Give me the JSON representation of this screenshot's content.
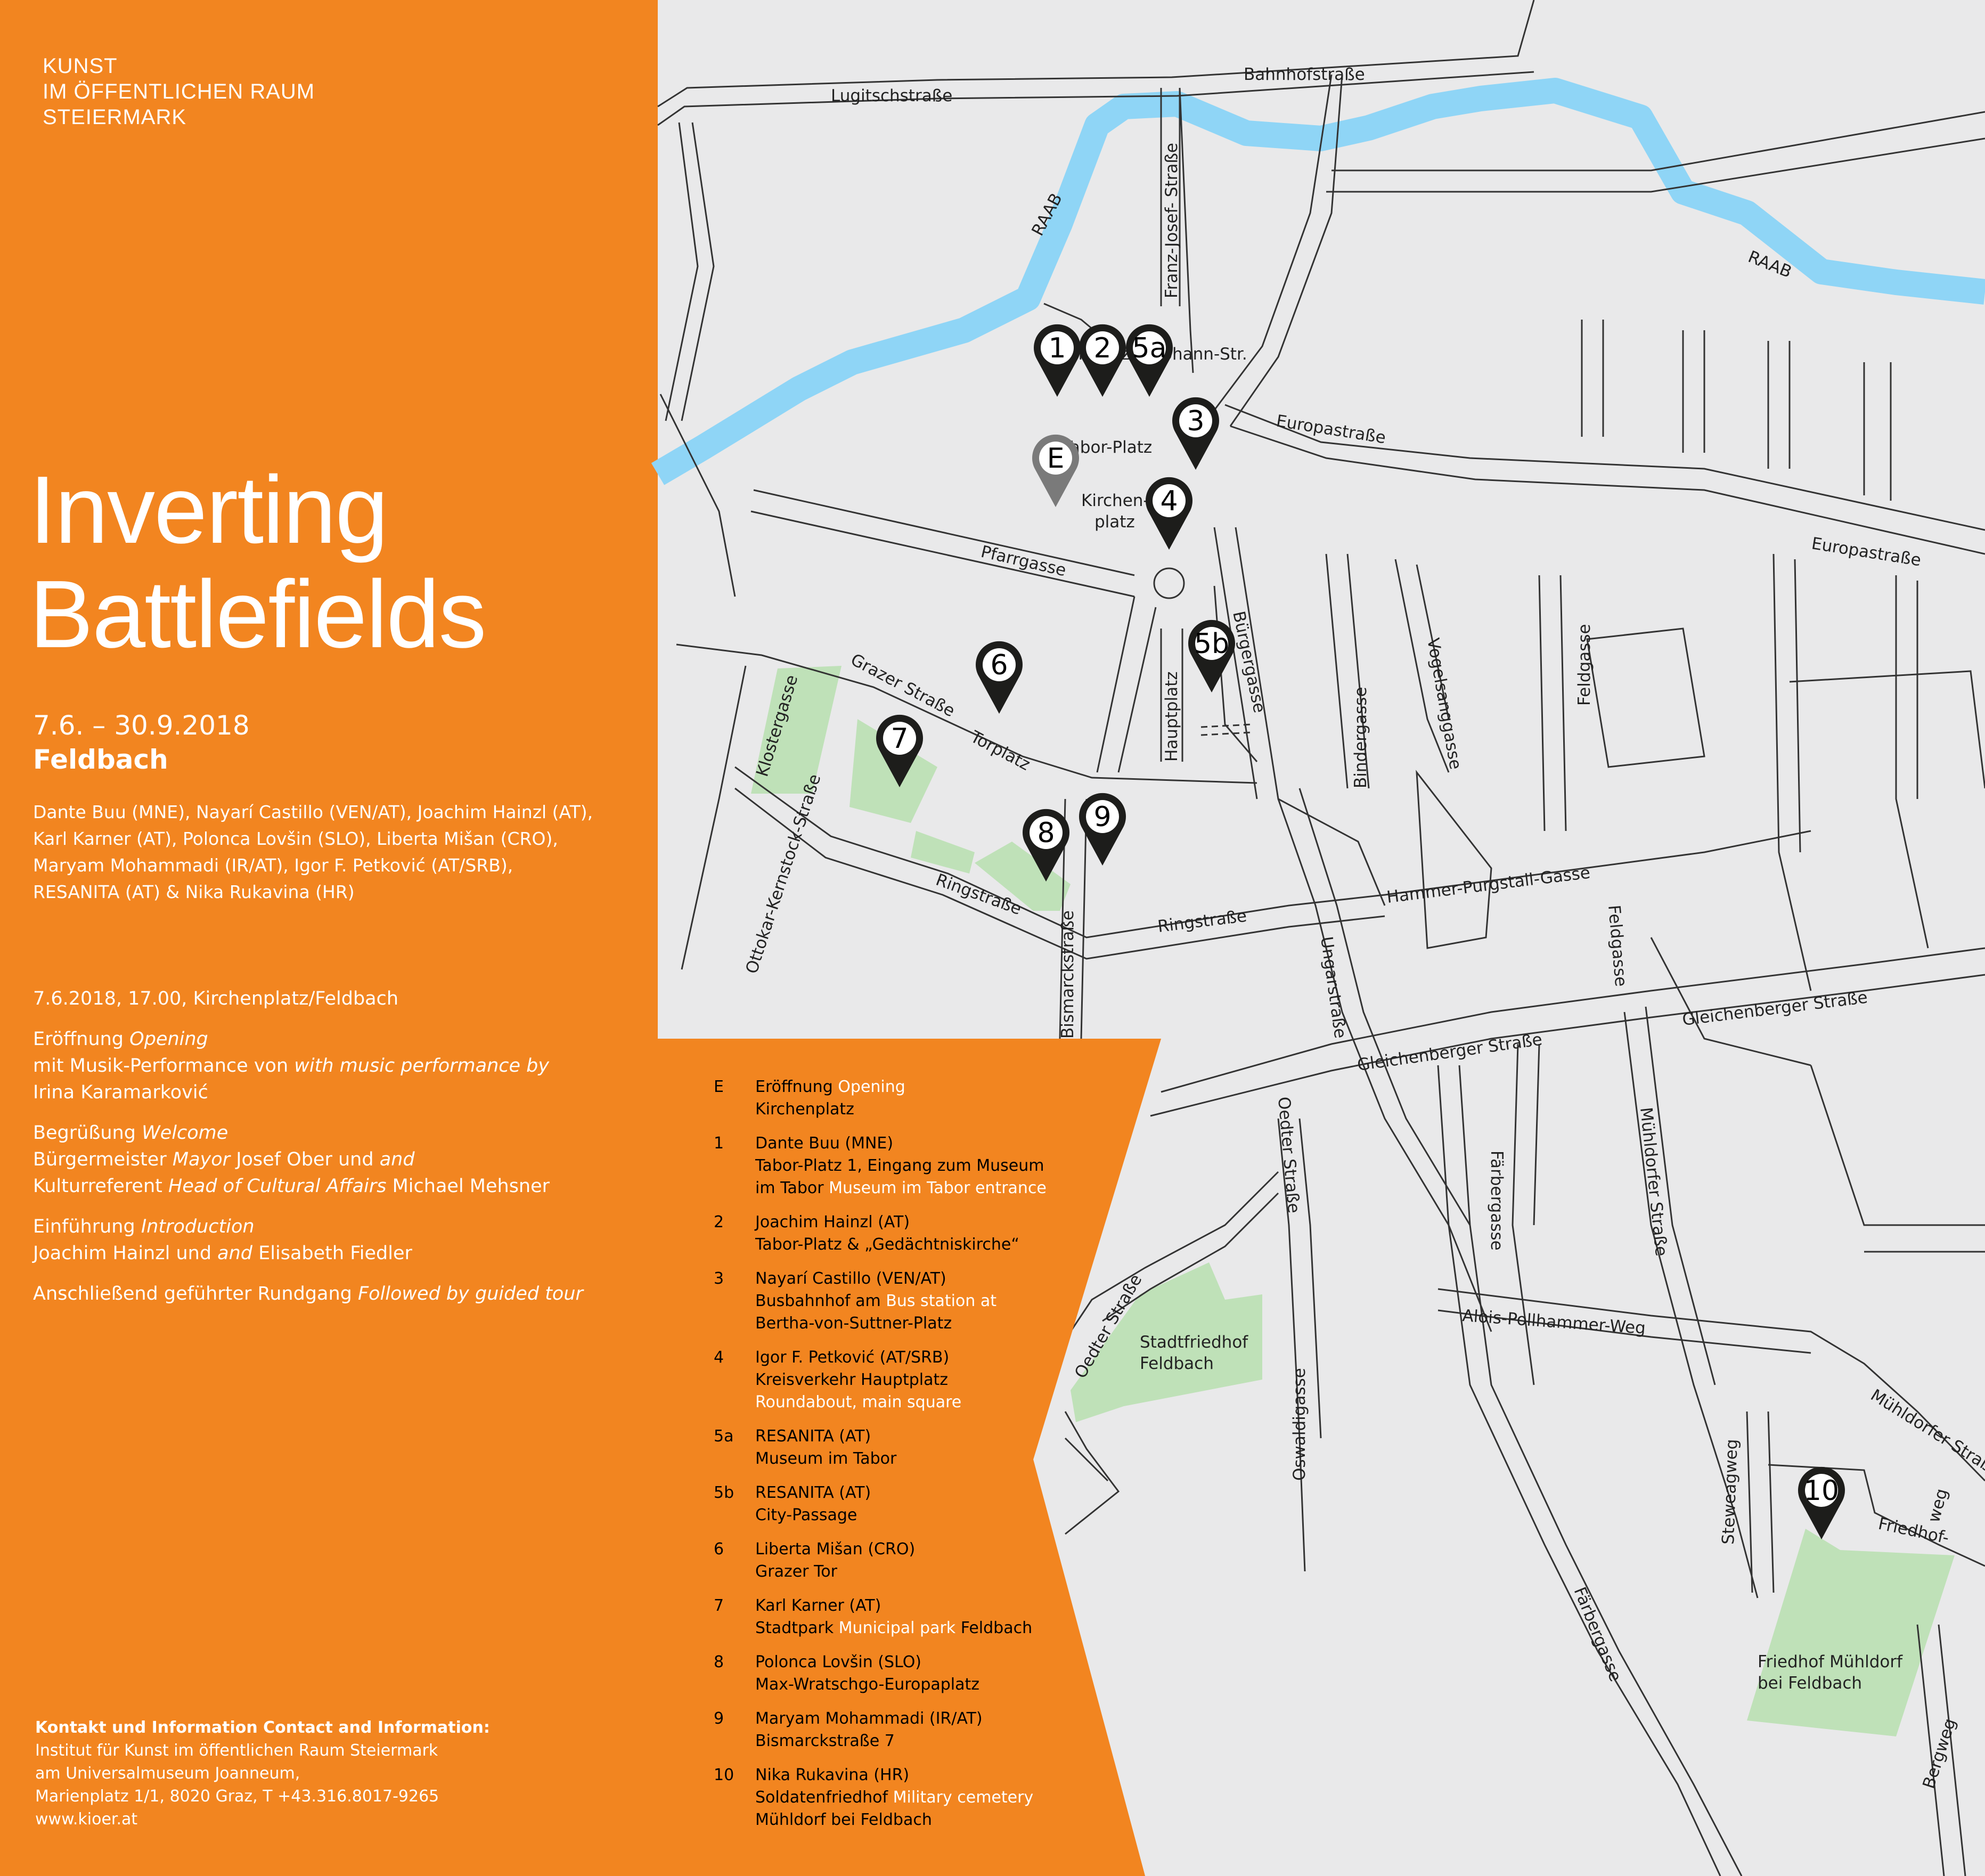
{
  "org": [
    "KUNST",
    "IM ÖFFENTLICHEN RAUM",
    "STEIERMARK"
  ],
  "title": [
    "Inverting",
    "Battlefields"
  ],
  "dates": "7.6. – 30.9.2018",
  "place": "Feldbach",
  "artists": [
    "Dante Buu (MNE), Nayarí Castillo (VEN/AT), Joachim Hainzl (AT),",
    "Karl Karner (AT), Polonca Lovšin (SLO), Liberta Mišan (CRO),",
    "Maryam Mohammadi (IR/AT), Igor F. Petković (AT/SRB),",
    "RESANITA (AT) & Nika Rukavina (HR)"
  ],
  "opening": {
    "date_line": "7.6.2018, 17.00, Kirchenplatz/Feldbach",
    "b1_de": "Eröffnung",
    "b1_en": "Opening",
    "b1_l2a": "mit Musik-Performance von",
    "b1_l2b": "with music performance by",
    "b1_l3": "Irina Karamarković",
    "b2_de": "Begrüßung",
    "b2_en": "Welcome",
    "b2_l2a": "Bürgermeister",
    "b2_l2b": "Mayor",
    "b2_l2c": "Josef Ober und",
    "b2_l2d": "and",
    "b2_l3a": "Kulturreferent",
    "b2_l3b": "Head of Cultural Affairs",
    "b2_l3c": "Michael Mehsner",
    "b3_de": "Einführung",
    "b3_en": "Introduction",
    "b3_l2a": "Joachim Hainzl und",
    "b3_l2b": "and",
    "b3_l2c": "Elisabeth Fiedler",
    "b4a": "Anschließend geführter Rundgang",
    "b4b": "Followed by guided tour"
  },
  "contact": {
    "heading": "Kontakt und Information Contact and Information:",
    "lines": [
      "Institut für Kunst im öffentlichen Raum Steiermark",
      "am Universalmuseum Joanneum,",
      "Marienplatz 1/1, 8020 Graz, T +43.316.8017-9265",
      "www.kioer.at"
    ]
  },
  "legend": [
    {
      "id": "E",
      "name": "Eröffnung",
      "name_en": "Opening",
      "desc": [
        "Kirchenplatz"
      ]
    },
    {
      "id": "1",
      "name": "Dante Buu (MNE)",
      "desc": [
        "Tabor-Platz 1, Eingang zum Museum",
        "im Tabor |Museum im Tabor entrance"
      ]
    },
    {
      "id": "2",
      "name": "Joachim Hainzl (AT)",
      "desc": [
        "Tabor-Platz & „Gedächtniskirche“"
      ]
    },
    {
      "id": "3",
      "name": "Nayarí Castillo (VEN/AT)",
      "desc": [
        "Busbahnhof am |Bus station at",
        "Bertha-von-Suttner-Platz"
      ]
    },
    {
      "id": "4",
      "name": "Igor F. Petković (AT/SRB)",
      "desc": [
        "Kreisverkehr Hauptplatz",
        "|Roundabout, main square"
      ]
    },
    {
      "id": "5a",
      "name": "RESANITA (AT)",
      "desc": [
        "Museum im Tabor"
      ]
    },
    {
      "id": "5b",
      "name": "RESANITA (AT)",
      "desc": [
        "City-Passage"
      ]
    },
    {
      "id": "6",
      "name": "Liberta Mišan (CRO)",
      "desc": [
        "Grazer Tor"
      ]
    },
    {
      "id": "7",
      "name": "Karl Karner (AT)",
      "desc": [
        "Stadtpark |Municipal park| Feldbach"
      ]
    },
    {
      "id": "8",
      "name": "Polonca Lovšin (SLO)",
      "desc": [
        "Max-Wratschgo-Europaplatz"
      ]
    },
    {
      "id": "9",
      "name": "Maryam Mohammadi (IR/AT)",
      "desc": [
        "Bismarckstraße 7"
      ]
    },
    {
      "id": "10",
      "name": "Nika Rukavina (HR)",
      "desc": [
        "Soldatenfriedhof |Military cemetery",
        "Mühldorf bei Feldbach"
      ]
    }
  ],
  "map": {
    "colors": {
      "orange": "#f28520",
      "map_bg": "#e9e9ea",
      "water": "#8fd5f6",
      "park": "#bfe1b8",
      "pin": "#1d1d1b",
      "pin_open": "#7a7a7a"
    },
    "river_labels": [
      "RAAB",
      "RAAB"
    ],
    "streets": [
      "Lugitschstraße",
      "Bahnhofstraße",
      "Franz-Josef- Straße",
      "Erzherzog-Johann-Str.",
      "Europastraße",
      "Europastraße",
      "Pfarrgasse",
      "Grazer Straße",
      "Torplatz",
      "Klostergasse",
      "Ottokar-Kernstock-Straße",
      "Ringstraße",
      "Ringstraße",
      "Bismarckstraße",
      "Hauptplatz",
      "Bürgergasse",
      "Bindergasse",
      "Vogelsanggasse",
      "Feldgasse",
      "Feldgasse",
      "Hammer-Purgstall-Gasse",
      "Ungarstraße",
      "Gleichenberger Straße",
      "Gleichenberger Straße",
      "Oedter Straße",
      "Oedter Straße",
      "Färbergasse",
      "Färbergasse",
      "Mühldorfer Straße",
      "Mühldorfer Straße",
      "Alois-Pollhammer-Weg",
      "Oswaldigasse",
      "Steweagweg",
      "Friedhof-",
      "weg",
      "Bergweg"
    ],
    "places": [
      "Tabor-Platz",
      "Kirchen-",
      "platz",
      "Stadtfriedhof",
      "Feldbach",
      "Friedhof Mühldorf",
      "bei Feldbach"
    ],
    "pins": [
      "1",
      "2",
      "5a",
      "3",
      "E",
      "4",
      "5b",
      "6",
      "7",
      "8",
      "9",
      "10"
    ]
  }
}
